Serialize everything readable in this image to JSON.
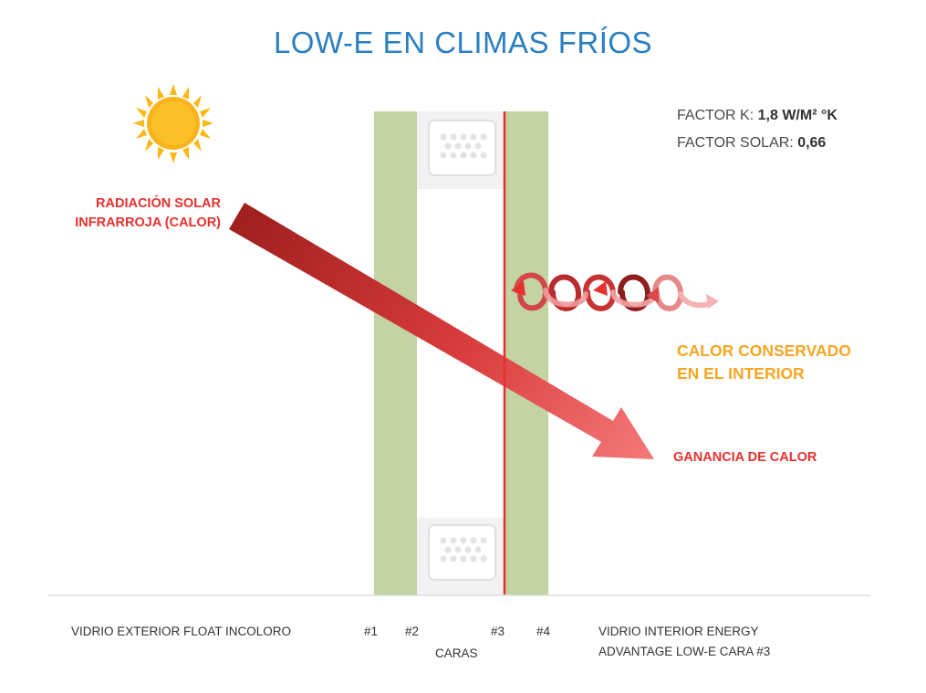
{
  "title": "LOW-E EN CLIMAS FRÍOS",
  "factors": {
    "k_label": "FACTOR K:",
    "k_value": "1,8 W/M² °K",
    "solar_label": "FACTOR SOLAR:",
    "solar_value": "0,66"
  },
  "labels": {
    "radiation_line1": "RADIACIÓN SOLAR",
    "radiation_line2": "INFRARROJA (CALOR)",
    "retained_line1": "CALOR CONSERVADO",
    "retained_line2": "EN EL INTERIOR",
    "gain": "GANANCIA DE CALOR"
  },
  "bottom": {
    "exterior_glass": "VIDRIO EXTERIOR FLOAT INCOLORO",
    "face1": "#1",
    "face2": "#2",
    "face3": "#3",
    "face4": "#4",
    "faces_label": "CARAS",
    "interior_line1": "VIDRIO INTERIOR ENERGY",
    "interior_line2": "ADVANTAGE LOW-E CARA #3"
  },
  "colors": {
    "title": "#2b7fc1",
    "glass": "#c3d3a4",
    "lowe_coating": "#e8312e",
    "arrow_dark": "#9e1e1e",
    "arrow_light": "#f26a6a",
    "retained": "#f5a623",
    "sun": "#fbb416"
  },
  "icons": [
    "sun-icon",
    "spacer-icon",
    "heat-swirl-icon"
  ]
}
